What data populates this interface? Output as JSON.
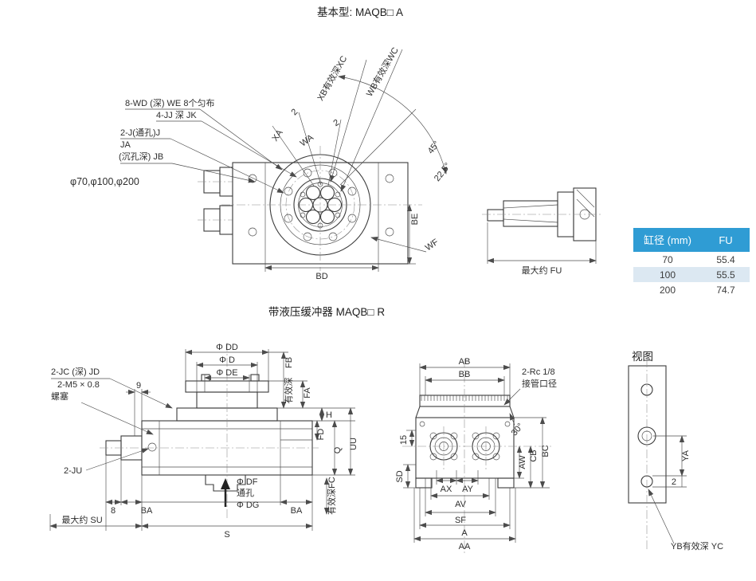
{
  "titles": {
    "basic": "基本型: MAQB□ A",
    "buffered": "带液压缓冲器 MAQB□ R",
    "detail_view": "视图"
  },
  "colors": {
    "table_header_bg": "#2f9cd4",
    "table_alt_row_bg": "#dce8f2",
    "drawing_line": "#3b3b3b"
  },
  "top_view": {
    "callout_bolt_pattern": "8-WD (深) WE 8个匀布",
    "callout_jj": "4-JJ 深 JK",
    "callout_j_through": "2-J(通孔)J",
    "callout_ja": "JA",
    "callout_jb": "(沉孔深) JB",
    "bores": "φ70,φ100,φ200",
    "dim_xb": "XB有效深XC",
    "dim_wb": "WB有效深WC",
    "dim_xa": "XA",
    "dim_wa": "WA",
    "dim_2_left": "2",
    "dim_2_right": "2",
    "angle_45": "45°",
    "angle_22_5": "22.5°",
    "dim_be": "BE",
    "dim_wf": "WF",
    "dim_bd": "BD",
    "dim_fu": "最大约 FU"
  },
  "table": {
    "headers": [
      "缸径 (mm)",
      "FU"
    ],
    "rows": [
      {
        "bore": "70",
        "fu": "55.4"
      },
      {
        "bore": "100",
        "fu": "55.5"
      },
      {
        "bore": "200",
        "fu": "74.7"
      }
    ]
  },
  "section_view": {
    "callout_jc": "2-JC (深) JD",
    "callout_m5": "2-M5 × 0.8",
    "callout_plug": "螺塞",
    "dim_9": "9",
    "dim_dd": "Φ DD",
    "dim_d": "Φ D",
    "dim_de": "Φ DE",
    "dim_fb": "FB",
    "dim_fb_depth": "有效深",
    "dim_fa": "FA",
    "dim_h": "H",
    "dim_fd": "FD",
    "dim_q": "Q",
    "dim_uu": "UU",
    "callout_ju": "2-JU",
    "dim_df": "Φ DF",
    "dim_through": "通孔",
    "dim_dg": "Φ DG",
    "dim_8": "8",
    "dim_ba_left": "BA",
    "dim_ba_right": "BA",
    "dim_su": "最大约 SU",
    "dim_s": "S",
    "dim_fc": "有效深FC"
  },
  "end_view": {
    "dim_ab": "AB",
    "dim_bb": "BB",
    "callout_rc": "2-Rc 1/8",
    "callout_port": "接管口径",
    "angle_30": "30°",
    "dim_15": "15",
    "dim_sd": "SD",
    "dim_ax": "AX",
    "dim_ay": "AY",
    "dim_av": "AV",
    "dim_sf": "SF",
    "dim_a": "A",
    "dim_aa": "AA",
    "dim_aw": "AW",
    "dim_cb": "CB",
    "dim_bc": "BC"
  },
  "detail_view": {
    "dim_ya": "YA",
    "dim_2": "2",
    "dim_yb": "YB有效深 YC"
  }
}
